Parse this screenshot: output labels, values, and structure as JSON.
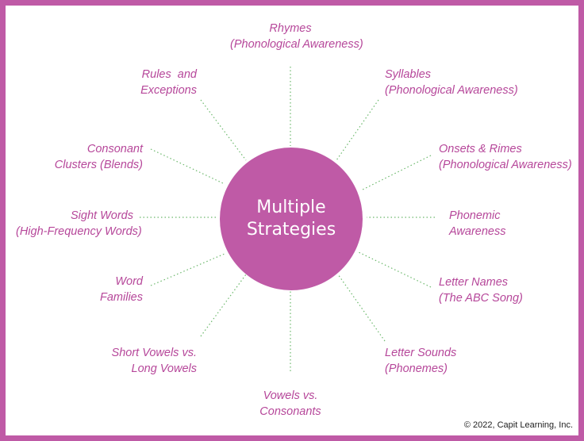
{
  "colors": {
    "accent": "#bf5aa6",
    "label_text": "#b6479a",
    "spoke": "#6cb86c"
  },
  "center": {
    "line1": "Multiple",
    "line2": "Strategies"
  },
  "spokes": [
    {
      "line1": "Rhymes",
      "line2": "(Phonological Awareness)"
    },
    {
      "line1": "Syllables",
      "line2": "(Phonological Awareness)"
    },
    {
      "line1": "Onsets & Rimes",
      "line2": "(Phonological Awareness)"
    },
    {
      "line1": "Phonemic",
      "line2": "Awareness"
    },
    {
      "line1": "Letter Names",
      "line2": "(The ABC Song)"
    },
    {
      "line1": "Letter Sounds",
      "line2": "(Phonemes)"
    },
    {
      "line1": "Vowels vs.",
      "line2": "Consonants"
    },
    {
      "line1": "Short Vowels vs.",
      "line2": "Long Vowels"
    },
    {
      "line1": "Word",
      "line2": "Families"
    },
    {
      "line1": "Sight Words",
      "line2": "(High-Frequency Words)"
    },
    {
      "line1": "Consonant",
      "line2": "Clusters (Blends)"
    },
    {
      "line1": "Rules  and",
      "line2": "Exceptions"
    }
  ],
  "copyright": "© 2022, Capit Learning, Inc."
}
